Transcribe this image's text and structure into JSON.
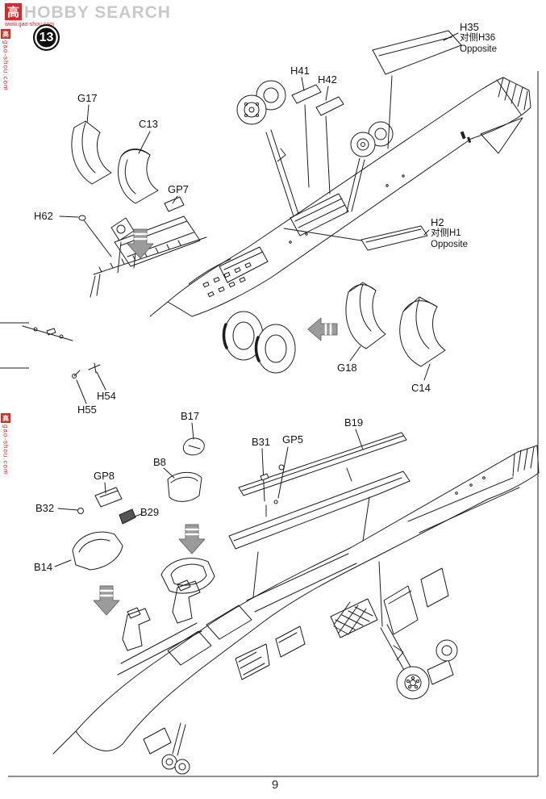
{
  "watermark": {
    "logo_char": "高",
    "brand_text": "HOBBY SEARCH",
    "url_text": "www.gao-shou.com",
    "side_text": "gao-shou.com"
  },
  "step_badge": "13",
  "page_number": "9",
  "step1": {
    "labels": {
      "g17": "G17",
      "c13": "C13",
      "gp7": "GP7",
      "h62": "H62",
      "h41": "H41",
      "h42": "H42",
      "h35_group": {
        "part": "H35",
        "opposite_cn": "对侧H36",
        "opposite_en": "Opposite"
      },
      "h2_group": {
        "part": "H2",
        "opposite_cn": "对侧H1",
        "opposite_en": "Opposite"
      },
      "g18": "G18",
      "c14": "C14",
      "h54": "H54",
      "h55": "H55"
    }
  },
  "step2": {
    "labels": {
      "b17": "B17",
      "b8": "B8",
      "gp8": "GP8",
      "b32": "B32",
      "b29": "B29",
      "b14": "B14",
      "b31": "B31",
      "gp5": "GP5",
      "b19": "B19"
    }
  }
}
